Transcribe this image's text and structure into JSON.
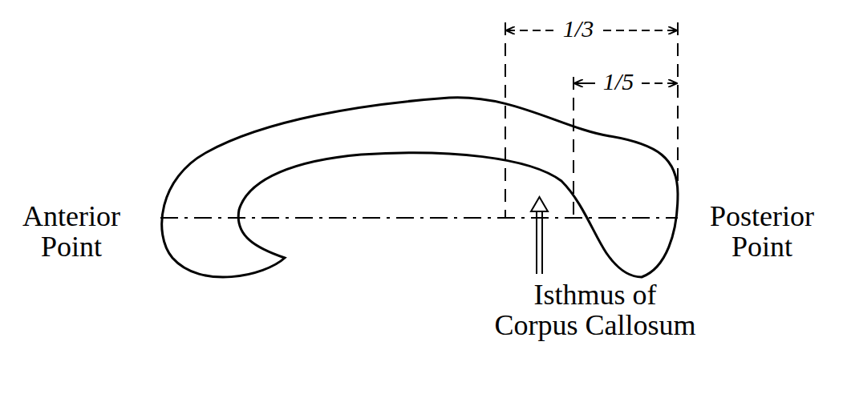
{
  "diagram": {
    "labels": [
      "1/3",
      "1/5",
      "Anterior Point",
      "Posterior Point",
      "Isthmus of Corpus Callosum"
    ]
  }
}
